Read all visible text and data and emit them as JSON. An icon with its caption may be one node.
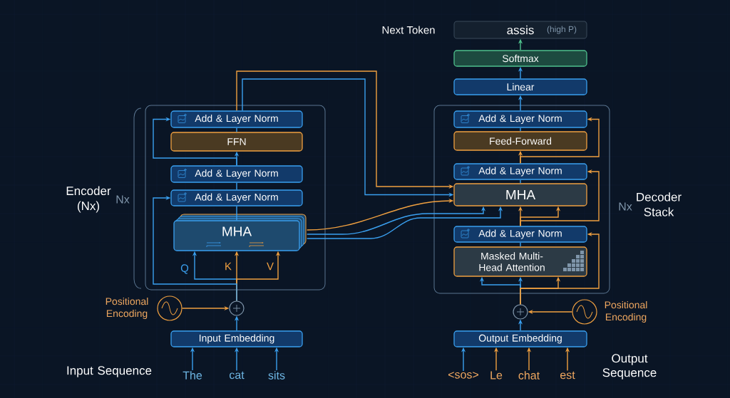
{
  "diagram": {
    "nodes": [
      {
        "text": [
          "Encoder (Nx)"
        ],
        "beside": [
          "Nx"
        ]
      },
      {
        "text": [
          "Add & Layer Norm"
        ],
        "in": 0
      },
      {
        "text": [
          "FFN"
        ],
        "in": 0
      },
      {
        "text": [
          "Add & Layer Norm"
        ],
        "in": 0
      },
      {
        "text": [
          "Add & Layer Norm"
        ],
        "in": 0
      },
      {
        "text": [
          "MHA"
        ],
        "in": 0
      },
      {
        "text": [],
        "shape": "circle"
      },
      {
        "text": [],
        "shape": "circle",
        "beside": [
          "Positional Encoding"
        ]
      },
      {
        "text": [
          "Input Embedding"
        ]
      },
      {
        "text": [
          "The"
        ]
      },
      {
        "text": [
          "cat"
        ]
      },
      {
        "text": [
          "sits"
        ]
      },
      {
        "text": [
          "assis",
          "(high P)"
        ],
        "beside": [
          "Next Token"
        ]
      },
      {
        "text": [
          "Softmax"
        ]
      },
      {
        "text": [
          "Linear"
        ]
      },
      {
        "text": [
          "Decoder Stack"
        ],
        "beside": [
          "Nx"
        ]
      },
      {
        "text": [
          "Add & Layer Norm"
        ],
        "in": 15
      },
      {
        "text": [
          "Feed-Forward"
        ],
        "in": 15
      },
      {
        "text": [
          "Add & Layer Norm"
        ],
        "in": 15
      },
      {
        "text": [
          "MHA"
        ],
        "in": 15
      },
      {
        "text": [
          "Add & Layer Norm"
        ],
        "in": 15
      },
      {
        "text": [
          "Masked Multi-Head Attention"
        ],
        "in": 15
      },
      {
        "text": [],
        "shape": "circle"
      },
      {
        "text": [],
        "shape": "circle",
        "beside": [
          "Positional Encoding"
        ]
      },
      {
        "text": [
          "Output Embedding"
        ]
      },
      {
        "text": [
          "<sos>"
        ]
      },
      {
        "text": [
          "Le"
        ]
      },
      {
        "text": [
          "chat"
        ]
      },
      {
        "text": [
          "est"
        ]
      }
    ],
    "edges": [
      {
        "from": 9,
        "to": 8,
        "arrow": "to"
      },
      {
        "from": 10,
        "to": 8,
        "arrow": "to"
      },
      {
        "from": 11,
        "to": 8,
        "arrow": "to"
      },
      {
        "from": 8,
        "to": 6,
        "arrow": "to"
      },
      {
        "from": 7,
        "to": 6,
        "arrow": "to",
        "color": "#f0a040"
      },
      {
        "from": 6,
        "to": 5,
        "arrow": "to",
        "label": "Q"
      },
      {
        "from": 6,
        "to": 5,
        "arrow": "to",
        "label": "K",
        "color": "#f0a040"
      },
      {
        "from": 6,
        "to": 5,
        "arrow": "to",
        "label": "V",
        "color": "#f0a040"
      },
      {
        "from": 6,
        "to": 4,
        "arrow": "to"
      },
      {
        "from": 5,
        "to": 4,
        "arrow": "none"
      },
      {
        "from": 4,
        "to": 3,
        "arrow": "none"
      },
      {
        "from": 3,
        "to": 2,
        "arrow": "to"
      },
      {
        "from": 3,
        "to": 1,
        "arrow": "to"
      },
      {
        "from": 2,
        "to": 1,
        "arrow": "none"
      },
      {
        "from": 1,
        "to": 19,
        "arrow": "to",
        "color": "#f0a040"
      },
      {
        "from": 1,
        "to": 19,
        "arrow": "to"
      },
      {
        "from": 5,
        "to": 19,
        "arrow": "to",
        "color": "#f0a040"
      },
      {
        "from": 5,
        "to": 19,
        "arrow": "to"
      },
      {
        "from": 5,
        "to": 19,
        "arrow": "to"
      },
      {
        "from": 25,
        "to": 24,
        "arrow": "to"
      },
      {
        "from": 26,
        "to": 24,
        "arrow": "to",
        "color": "#f0a040"
      },
      {
        "from": 27,
        "to": 24,
        "arrow": "to",
        "color": "#f0a040"
      },
      {
        "from": 28,
        "to": 24,
        "arrow": "to",
        "color": "#f0a040"
      },
      {
        "from": 24,
        "to": 22,
        "arrow": "to"
      },
      {
        "from": 23,
        "to": 22,
        "arrow": "to",
        "color": "#f0a040"
      },
      {
        "from": 22,
        "to": 21,
        "arrow": "to"
      },
      {
        "from": 22,
        "to": 21,
        "arrow": "to"
      },
      {
        "from": 22,
        "to": 21,
        "arrow": "to",
        "color": "#f0a040"
      },
      {
        "from": 22,
        "to": 20,
        "arrow": "to",
        "color": "#f0a040"
      },
      {
        "from": 21,
        "to": 20,
        "arrow": "none"
      },
      {
        "from": 20,
        "to": 19,
        "arrow": "to",
        "color": "#f0a040"
      },
      {
        "from": 20,
        "to": 19,
        "arrow": "to",
        "color": "#f0a040"
      },
      {
        "from": 20,
        "to": 18,
        "arrow": "to",
        "color": "#f0a040"
      },
      {
        "from": 19,
        "to": 18,
        "arrow": "none"
      },
      {
        "from": 18,
        "to": 17,
        "arrow": "to",
        "color": "#f0a040"
      },
      {
        "from": 18,
        "to": 16,
        "arrow": "to",
        "color": "#f0a040"
      },
      {
        "from": 17,
        "to": 16,
        "arrow": "none"
      },
      {
        "from": 16,
        "to": 14,
        "arrow": "to"
      },
      {
        "from": 14,
        "to": 13,
        "arrow": "to"
      },
      {
        "from": 13,
        "to": 12,
        "arrow": "to",
        "color": "#4fc08d"
      }
    ],
    "labels": [
      "Input Sequence",
      "Output Sequence"
    ]
  }
}
